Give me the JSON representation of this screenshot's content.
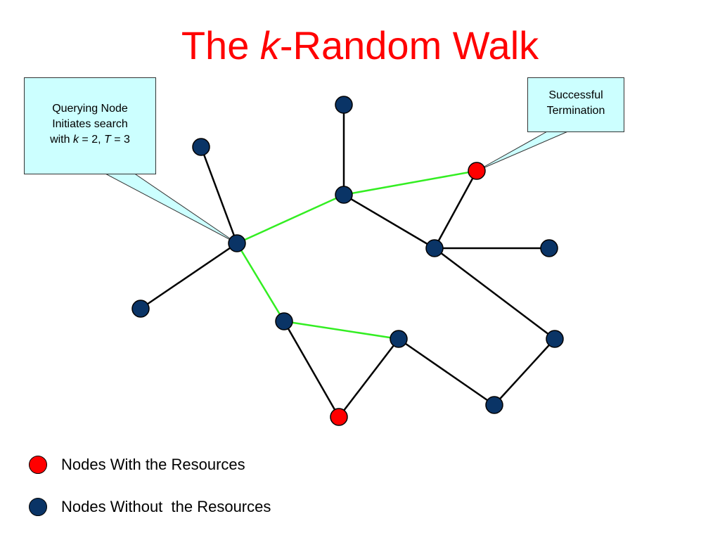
{
  "title": {
    "prefix": "The ",
    "k": "k",
    "suffix": "-Random Walk"
  },
  "colors": {
    "title": "#ff0000",
    "node_with": "#ff0000",
    "node_without": "#0a3466",
    "edge": "#000000",
    "walk_edge": "#33ee22",
    "callout_fill": "#ccffff"
  },
  "callouts": {
    "query": {
      "line1": "Querying Node",
      "line2": "Initiates search",
      "line3_pre": "with ",
      "k": "k",
      "mid": " = 2, ",
      "T": "T",
      "end": " = 3"
    },
    "success": {
      "line1": "Successful",
      "line2": "Termination"
    }
  },
  "legend": {
    "with": "Nodes With the Resources",
    "without": "Nodes Without  the Resources"
  }
}
